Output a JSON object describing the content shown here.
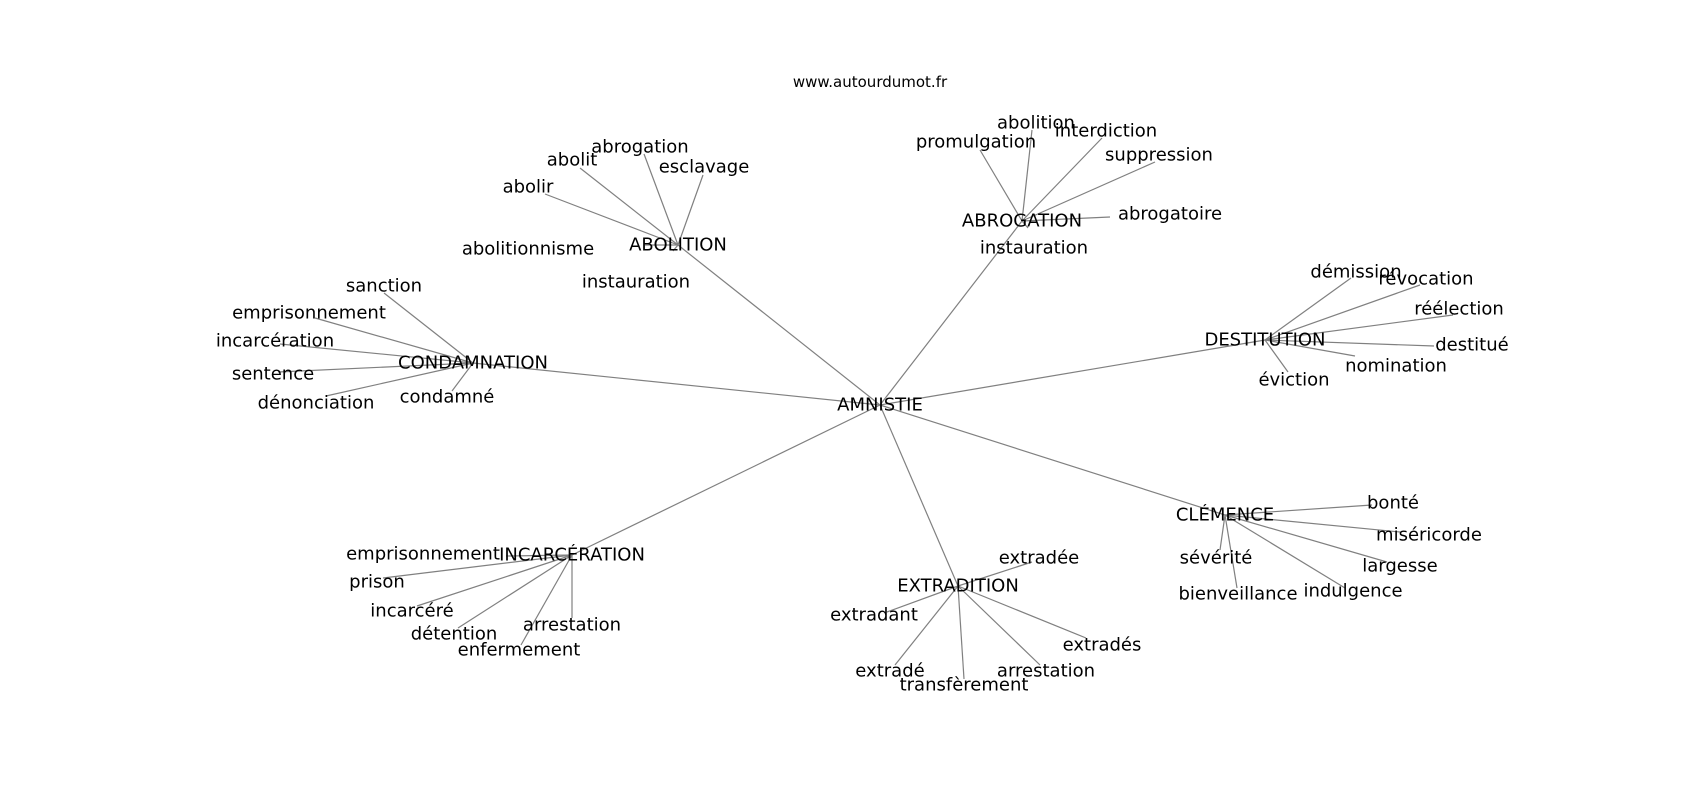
{
  "site": "www.autourdumot.fr",
  "graph": {
    "center": "AMNISTIE",
    "hubs": [
      {
        "key": "abolition",
        "label": "ABOLITION",
        "leaves": [
          "abolitionnisme",
          "abolir",
          "abolit",
          "abrogation",
          "esclavage",
          "instauration"
        ]
      },
      {
        "key": "abrogation",
        "label": "ABROGATION",
        "leaves": [
          "promulgation",
          "abolition",
          "interdiction",
          "suppression",
          "abrogatoire",
          "instauration"
        ]
      },
      {
        "key": "destitution",
        "label": "DESTITUTION",
        "leaves": [
          "démission",
          "révocation",
          "réélection",
          "destitué",
          "nomination",
          "éviction"
        ]
      },
      {
        "key": "clemence",
        "label": "CLÉMENCE",
        "leaves": [
          "bonté",
          "miséricorde",
          "largesse",
          "indulgence",
          "bienveillance",
          "sévérité"
        ]
      },
      {
        "key": "extradition",
        "label": "EXTRADITION",
        "leaves": [
          "extradée",
          "extradant",
          "extradé",
          "transfèrement",
          "arrestation",
          "extradés"
        ]
      },
      {
        "key": "incarceration",
        "label": "INCARCÉRATION",
        "leaves": [
          "emprisonnement",
          "prison",
          "incarcéré",
          "détention",
          "enfermement",
          "arrestation"
        ]
      },
      {
        "key": "condamnation",
        "label": "CONDAMNATION",
        "leaves": [
          "sanction",
          "emprisonnement",
          "incarcération",
          "sentence",
          "dénonciation",
          "condamné"
        ]
      }
    ]
  }
}
